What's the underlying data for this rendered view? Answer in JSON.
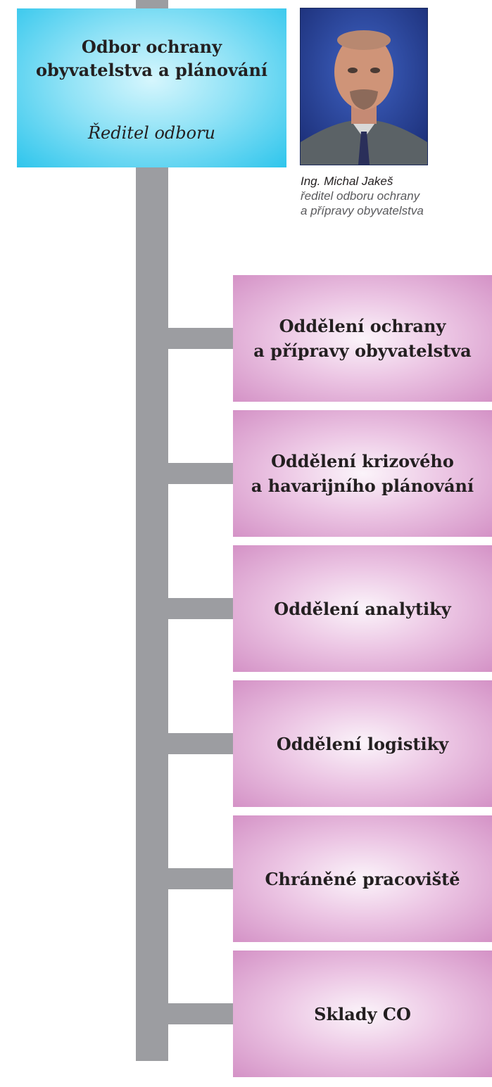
{
  "director": {
    "unit_name": "Odbor ochrany\nobyvatelstva a plánování",
    "role": "Ředitel odboru"
  },
  "person": {
    "name": "Ing. Michal Jakeš",
    "title_line1": "ředitel odboru ochrany",
    "title_line2": "a přípravy obyvatelstva"
  },
  "departments": [
    {
      "label": "Oddělení ochrany\na přípravy obyvatelstva"
    },
    {
      "label": "Oddělení krizového\na havarijního plánování"
    },
    {
      "label": "Oddělení analytiky"
    },
    {
      "label": "Oddělení logistiky"
    },
    {
      "label": "Chráněné pracoviště"
    },
    {
      "label": "Sklady CO"
    }
  ],
  "colors": {
    "connector": "#9c9da1",
    "director_box": "#2ec5ec",
    "department_box": "#d492c6"
  }
}
